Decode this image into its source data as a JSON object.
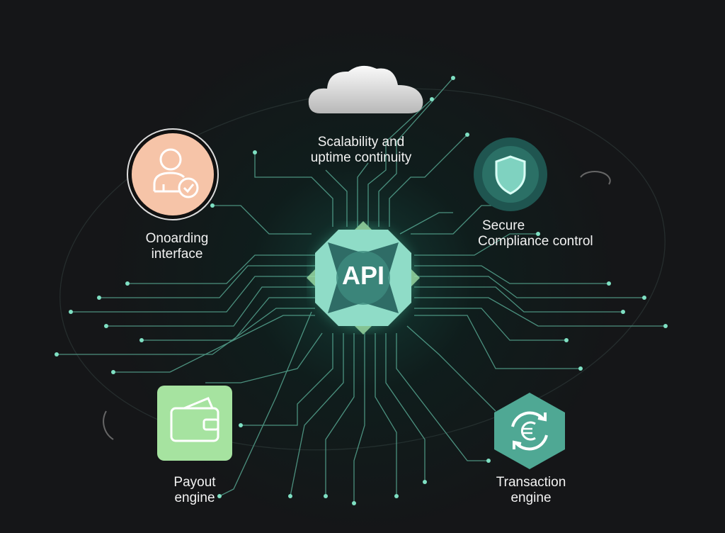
{
  "diagram": {
    "center": {
      "label": "API"
    },
    "nodes": [
      {
        "id": "cloud",
        "line1": "Scalability and",
        "line2": "uptime continuity",
        "icon": "cloud-icon"
      },
      {
        "id": "onboarding",
        "line1": "Onoarding",
        "line2": "interface",
        "icon": "user-check-icon"
      },
      {
        "id": "compliance",
        "line1": "Secure",
        "line2": "Compliance control",
        "icon": "shield-icon"
      },
      {
        "id": "payout",
        "line1": "Payout",
        "line2": "engine",
        "icon": "wallet-icon"
      },
      {
        "id": "transaction",
        "line1": "Transaction",
        "line2": "engine",
        "icon": "euro-exchange-icon"
      }
    ]
  },
  "colors": {
    "background": "#151618",
    "accent": "#6fd3b5",
    "peach": "#f6c4a8",
    "green": "#a6e3a0",
    "teal": "#4fa894"
  }
}
